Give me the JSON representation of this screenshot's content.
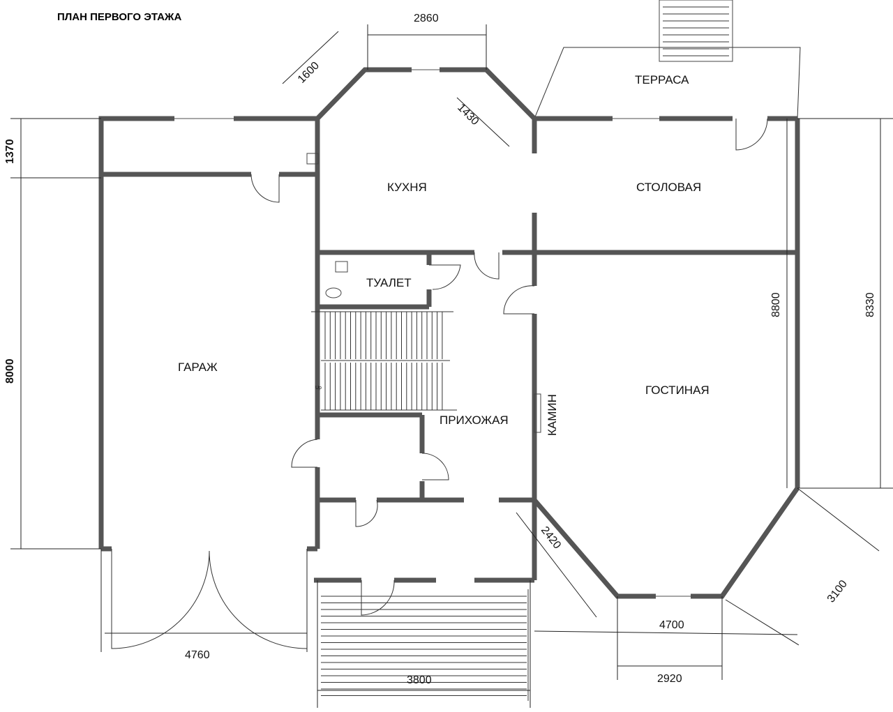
{
  "title": "ПЛАН  ПЕРВОГО ЭТАЖА",
  "rooms": {
    "terrace": "ТЕРРАСА",
    "kitchen": "КУХНЯ",
    "dining": "СТОЛОВАЯ",
    "toilet": "ТУАЛЕТ",
    "garage": "ГАРАЖ",
    "living": "ГОСТИНАЯ",
    "hall": "ПРИХОЖАЯ",
    "fireplace": "КАМИН"
  },
  "stair_label": "Up",
  "dimensions": {
    "kitchen_top": "2860",
    "kitchen_diag_left": "1600",
    "kitchen_diag_right": "1430",
    "left_top": "1370",
    "left_main": "8000",
    "right_inner": "8800",
    "right_outer": "8330",
    "living_diag_left": "2420",
    "living_diag_right": "3100",
    "living_width": "4700",
    "living_bottom": "2920",
    "garage_width": "4760",
    "porch_width": "3800"
  }
}
